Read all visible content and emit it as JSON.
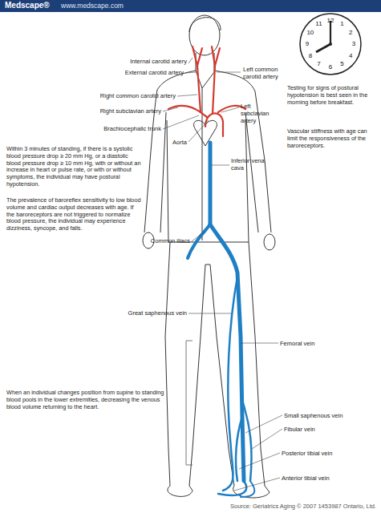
{
  "diagram": {
    "labels": [
      "Medscape®",
      "www.medscape.com",
      "Internal carotid artery",
      "External carotid artery",
      "Left common carotid artery",
      "Right common carotid artery",
      "Right subclavian artery",
      "Left subclavian artery",
      "Brachiocephalic trunk",
      "Aorta",
      "Inferior vena cava",
      "Within 3 minutes of standing, if there is a systolic blood pressure drop ≥ 20 mm Hg, or a diastolic blood pressure drop ≥ 10 mm Hg, with or without an increase in heart or pulse rate, or with or without symptoms, the individual may have postural hypotension.",
      "The prevalence of baroreflex sensitivity to low blood volume and cardiac output decreases with age. If the baroreceptors are not triggered to normalize blood pressure, the individual may experience dizziness, syncope, and falls.",
      "Common iliacs",
      "Testing for signs of postural hypotension is best seen in the morning before breakfast.",
      "Vascular stiffness with age can limit the responsiveness of the baroreceptors.",
      "Great saphenous vein",
      "Femoral vein",
      "When an individual changes position from supine to standing blood pools in the lower extremities, decreasing the venous blood volume returning to the heart.",
      "Small saphenous vein",
      "Fibular vein",
      "Posterior tibial vein",
      "Anterior tibial vein",
      "Source: Geriatrics Aging © 2007 1453987 Ontario, Ltd.",
      "12",
      "1",
      "2",
      "3",
      "4",
      "5",
      "6",
      "7",
      "8",
      "9",
      "10",
      "11"
    ]
  }
}
